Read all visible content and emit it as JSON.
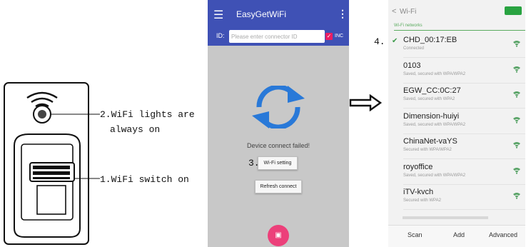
{
  "device": {
    "step2_line1": "2.WiFi lights are",
    "step2_line2": "always on",
    "step1": "1.WiFi switch on",
    "icons": [
      "wifi-icon",
      "indicator-light-icon"
    ]
  },
  "arrow_icon": "double-right-arrow-icon",
  "app": {
    "title": "EasyGetWiFi",
    "id_label": "ID:",
    "id_placeholder": "Please enter connector ID",
    "inc_label": "INC",
    "status": "Device connect failed!",
    "step3": "3.",
    "wifi_setting": "Wi-Fi setting",
    "refresh": "Refresh connect",
    "colors": {
      "primary": "#3f51b5",
      "accent": "#ec407a"
    }
  },
  "wifi": {
    "back": "<",
    "title": "Wi-Fi",
    "section": "Wi-Fi networks",
    "step4": "4.",
    "networks": [
      {
        "name": "CHD_00:17:EB",
        "status": "Connected",
        "check": "✔"
      },
      {
        "name": "0103",
        "status": "Saved, secured with WPA/WPA2",
        "check": ""
      },
      {
        "name": "EGW_CC:0C:27",
        "status": "Saved, secured with WPA2",
        "check": ""
      },
      {
        "name": "Dimension-huiyi",
        "status": "Saved, secured with WPA/WPA2",
        "check": ""
      },
      {
        "name": "ChinaNet-vaYS",
        "status": "Secured with WPA/WPA2",
        "check": ""
      },
      {
        "name": "royoffice",
        "status": "Saved, secured with WPA/WPA2",
        "check": ""
      },
      {
        "name": "iTV-kvch",
        "status": "Secured with WPA2",
        "check": ""
      }
    ],
    "scan": "Scan",
    "add": "Add",
    "advanced": "Advanced",
    "colors": {
      "toggle": "#29a341",
      "section": "#5bab5f"
    }
  }
}
